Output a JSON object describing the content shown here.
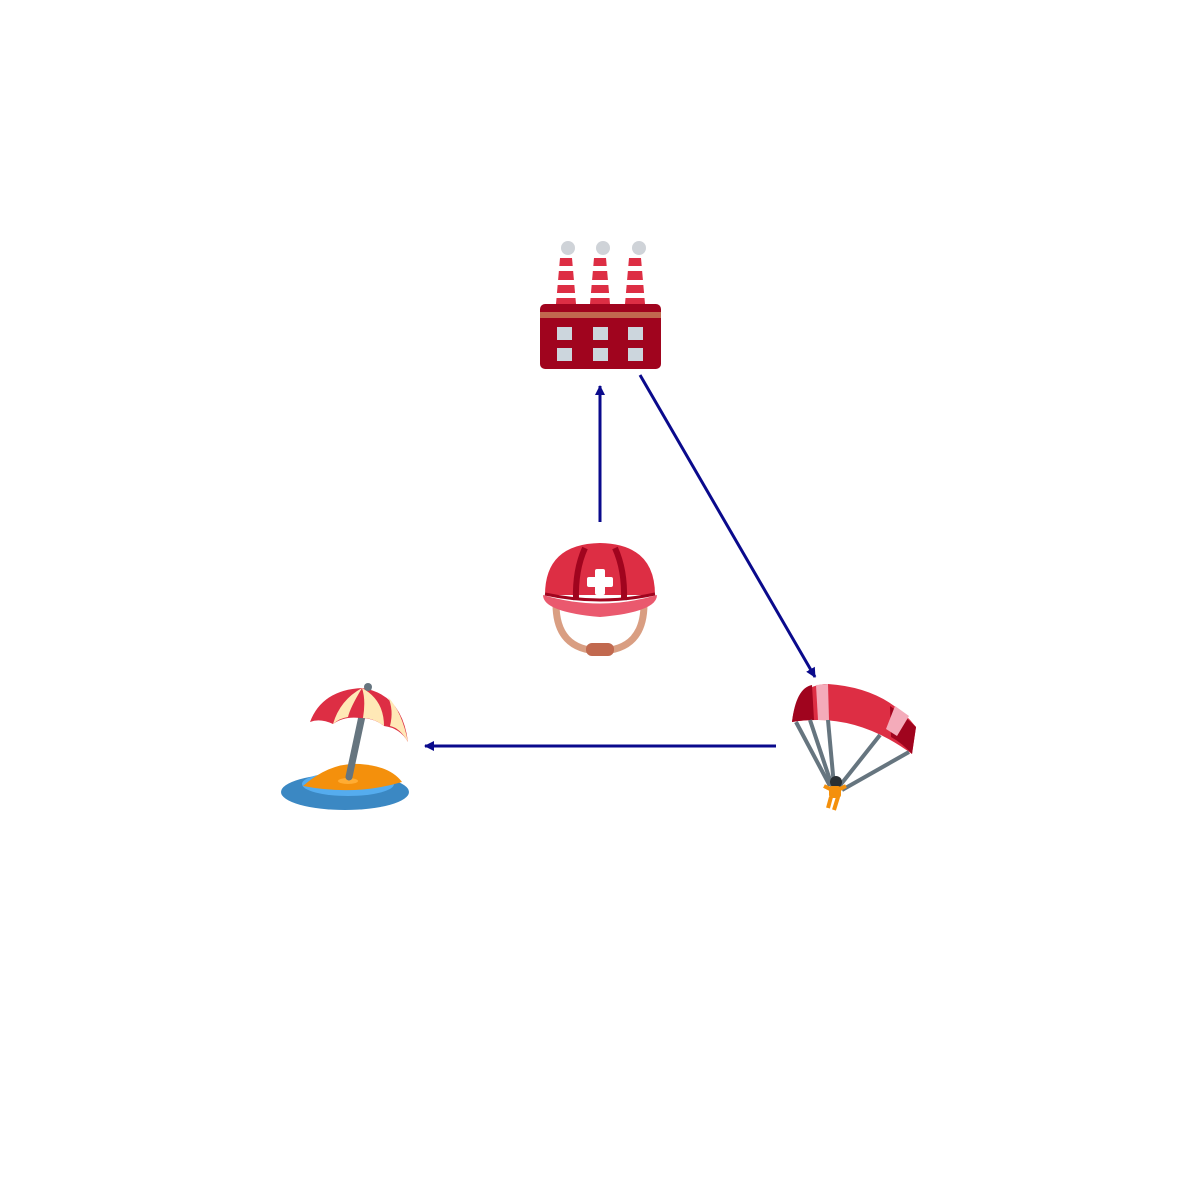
{
  "diagram": {
    "edge_color": "#0a0a8c",
    "nodes": [
      {
        "id": "factory",
        "icon": "factory-icon"
      },
      {
        "id": "rescue-helmet",
        "icon": "rescue-worker-helmet-icon"
      },
      {
        "id": "parachute",
        "icon": "parachute-icon"
      },
      {
        "id": "desert-island",
        "icon": "desert-island-icon"
      }
    ],
    "edges": [
      {
        "from": "rescue-helmet",
        "to": "factory"
      },
      {
        "from": "factory",
        "to": "parachute"
      },
      {
        "from": "parachute",
        "to": "desert-island"
      }
    ]
  }
}
